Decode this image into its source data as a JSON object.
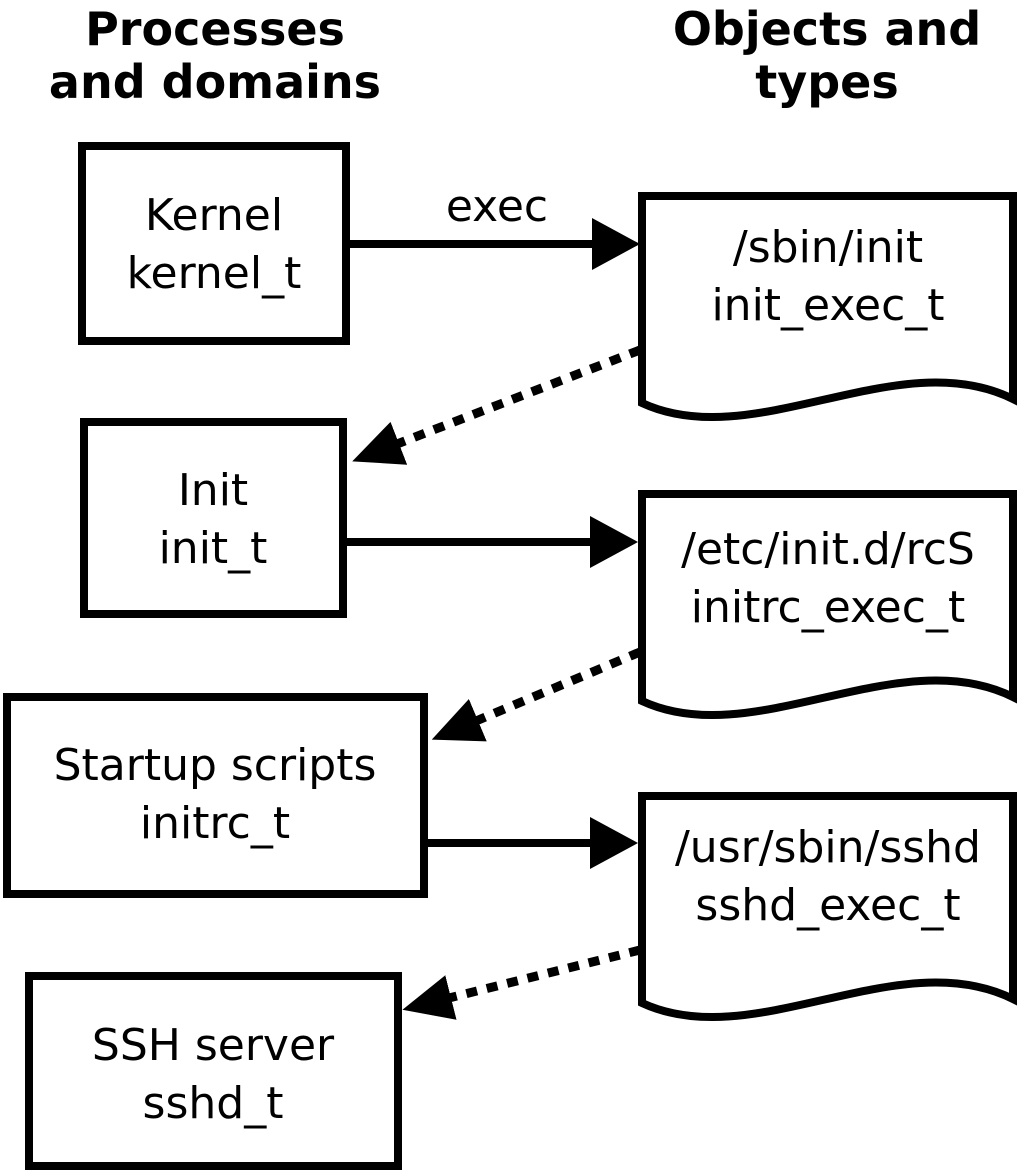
{
  "headings": {
    "left": {
      "line1": "Processes",
      "line2": "and domains"
    },
    "right": {
      "line1": "Objects and",
      "line2": "types"
    }
  },
  "processes": [
    {
      "name": "Kernel",
      "domain": "kernel_t"
    },
    {
      "name": "Init",
      "domain": "init_t"
    },
    {
      "name": "Startup scripts",
      "domain": "initrc_t"
    },
    {
      "name": "SSH server",
      "domain": "sshd_t"
    }
  ],
  "objects": [
    {
      "path": "/sbin/init",
      "type": "init_exec_t"
    },
    {
      "path": "/etc/init.d/rcS",
      "type": "initrc_exec_t"
    },
    {
      "path": "/usr/sbin/sshd",
      "type": "sshd_exec_t"
    }
  ],
  "arrows": {
    "exec_label": "exec",
    "edges": [
      {
        "style": "solid",
        "from": "kernel_t",
        "to": "init_exec_t",
        "label": "exec"
      },
      {
        "style": "dotted",
        "from": "init_exec_t",
        "to": "init_t",
        "label": ""
      },
      {
        "style": "solid",
        "from": "init_t",
        "to": "initrc_exec_t",
        "label": ""
      },
      {
        "style": "dotted",
        "from": "initrc_exec_t",
        "to": "initrc_t",
        "label": ""
      },
      {
        "style": "solid",
        "from": "initrc_t",
        "to": "sshd_exec_t",
        "label": ""
      },
      {
        "style": "dotted",
        "from": "sshd_exec_t",
        "to": "sshd_t",
        "label": ""
      }
    ]
  },
  "colors": {
    "foreground": "#000000",
    "background": "#ffffff"
  }
}
